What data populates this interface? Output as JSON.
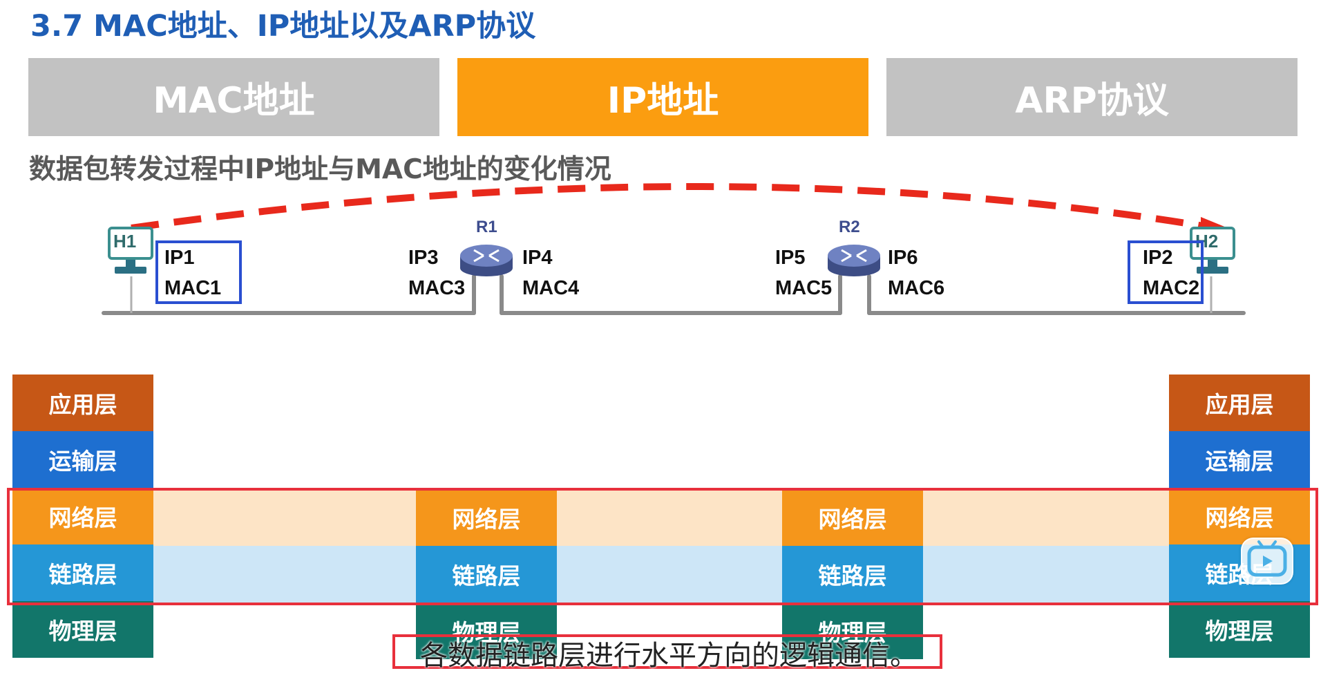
{
  "slide": {
    "title": "3.7 MAC地址、IP地址以及ARP协议",
    "subtitle": "数据包转发过程中IP地址与MAC地址的变化情况"
  },
  "tabs": [
    {
      "label": "MAC地址",
      "active": false
    },
    {
      "label": "IP地址",
      "active": true
    },
    {
      "label": "ARP协议",
      "active": false
    }
  ],
  "network": {
    "hosts": [
      {
        "name": "H1",
        "ip": "IP1",
        "mac": "MAC1"
      },
      {
        "name": "H2",
        "ip": "IP2",
        "mac": "MAC2"
      }
    ],
    "routers": [
      {
        "name": "R1",
        "left_ip": "IP3",
        "left_mac": "MAC3",
        "right_ip": "IP4",
        "right_mac": "MAC4"
      },
      {
        "name": "R2",
        "left_ip": "IP5",
        "left_mac": "MAC5",
        "right_ip": "IP6",
        "right_mac": "MAC6"
      }
    ]
  },
  "stacks": {
    "host_layers": [
      "应用层",
      "运输层",
      "网络层",
      "链路层",
      "物理层"
    ],
    "router_layers": [
      "网络层",
      "链路层",
      "物理层"
    ]
  },
  "caption": "各数据链路层进行水平方向的逻辑通信。",
  "colors": {
    "title_blue": "#1f5eb5",
    "active_tab": "#fb9d10",
    "inactive_tab": "#c2c2c2",
    "highlight_red": "#e8303c",
    "box_blue": "#2a4fd1",
    "arrow_red": "#e8291c"
  },
  "icons": [
    "host-computer-icon",
    "router-icon",
    "dashed-arrow-icon",
    "player-logo-icon"
  ]
}
